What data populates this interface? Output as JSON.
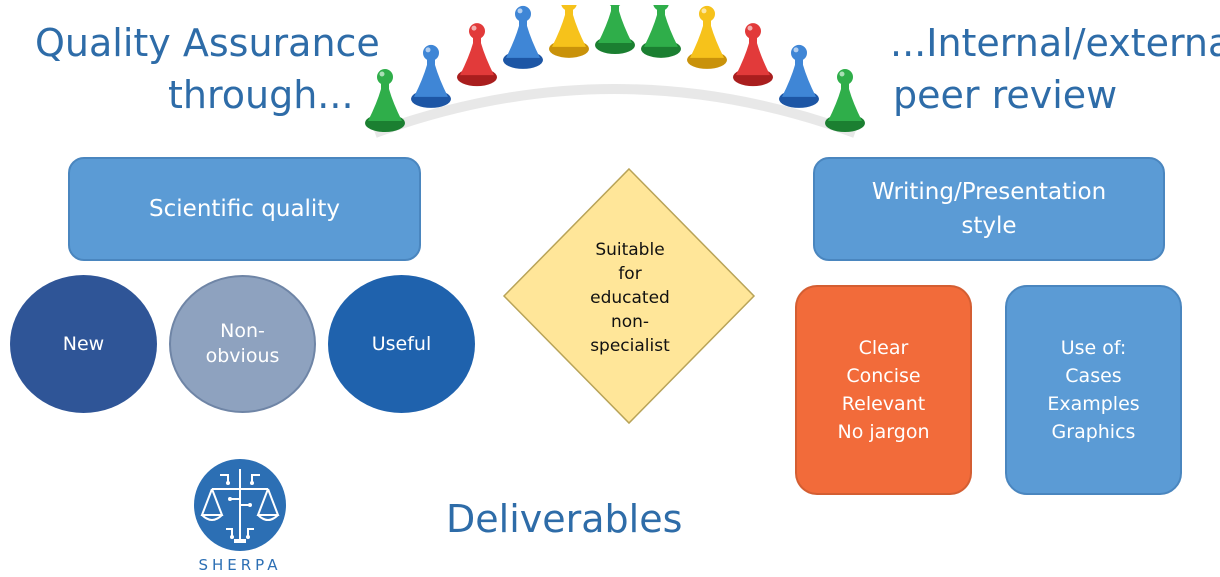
{
  "header": {
    "left_title_line1": "Quality Assurance",
    "left_title_line2": "through...",
    "right_title_line1": "...Internal/external",
    "right_title_line2": "peer review"
  },
  "left_group": {
    "label": "Scientific quality",
    "circles": [
      "New",
      "Non-\nobvious",
      "Useful"
    ]
  },
  "center": {
    "diamond_text": "Suitable\nfor\neducated\nnon-\nspecialist"
  },
  "right_group": {
    "label": "Writing/Presentation style",
    "box_orange": "Clear\nConcise\nRelevant\nNo jargon",
    "box_blue": "Use of:\nCases\nExamples\nGraphics"
  },
  "footer": {
    "logo_text": "SHERPA",
    "deliverables": "Deliverables"
  },
  "colors": {
    "heading": "#2e6ca8",
    "box_blue": "#5b9bd5",
    "circle_new": "#2f5597",
    "circle_nonobvious": "#8ea2bf",
    "circle_useful": "#1f62ad",
    "diamond_fill": "#ffe699",
    "orange": "#f26b3a",
    "pawn_colors": [
      "green",
      "blue",
      "red",
      "blue",
      "yellow",
      "green",
      "green",
      "yellow",
      "red",
      "blue",
      "green"
    ]
  }
}
